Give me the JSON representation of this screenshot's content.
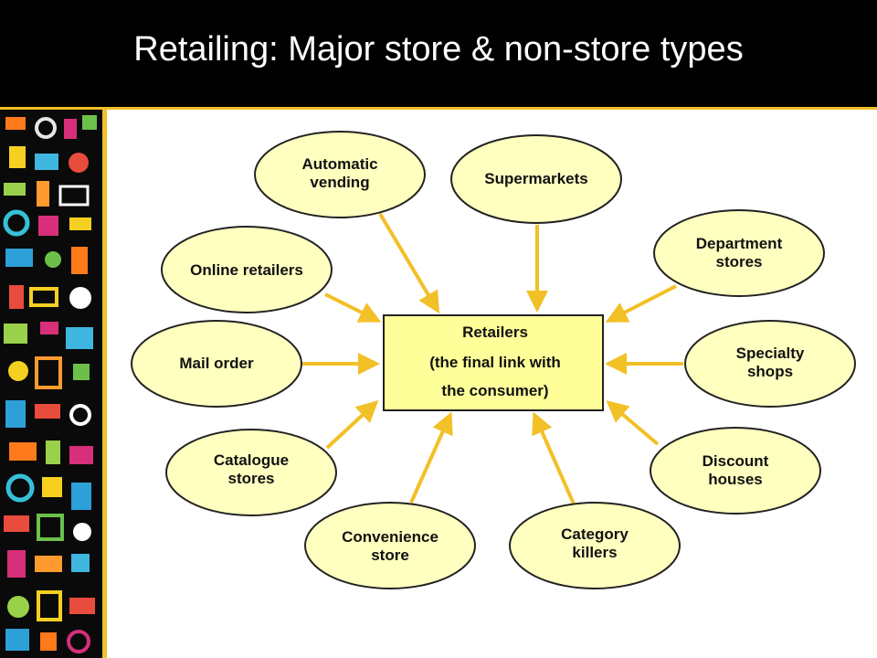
{
  "slide": {
    "title": "Retailing: Major store & non-store types"
  },
  "center": {
    "line1": "Retailers",
    "line2": "(the final link with",
    "line3": "the consumer)"
  },
  "ovals": {
    "automatic_vending": "Automatic\nvending",
    "supermarkets": "Supermarkets",
    "department_stores": "Department\nstores",
    "online_retailers": "Online retailers",
    "mail_order": "Mail order",
    "specialty_shops": "Specialty\nshops",
    "catalogue_stores": "Catalogue\nstores",
    "discount_houses": "Discount\nhouses",
    "convenience_store": "Convenience\nstore",
    "category_killers": "Category\nkillers"
  },
  "colors": {
    "oval_fill": "#ffffc0",
    "box_fill": "#ffff99",
    "arrow": "#f2c027",
    "title_bar": "#000000"
  }
}
